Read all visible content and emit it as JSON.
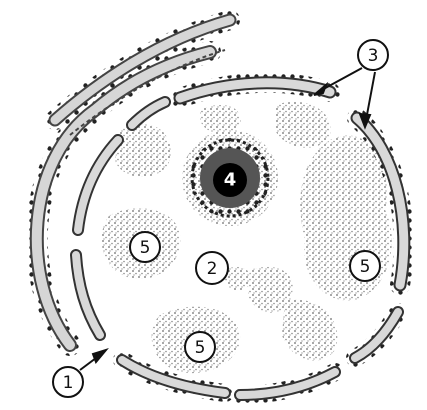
{
  "diagram": {
    "labels": {
      "er_marker": "1",
      "nucleoplasm_marker": "2",
      "nuclear_pore_marker": "3",
      "nucleolus_marker": "4",
      "chromatin_marker_a": "5",
      "chromatin_marker_b": "5",
      "chromatin_marker_c": "5"
    }
  }
}
